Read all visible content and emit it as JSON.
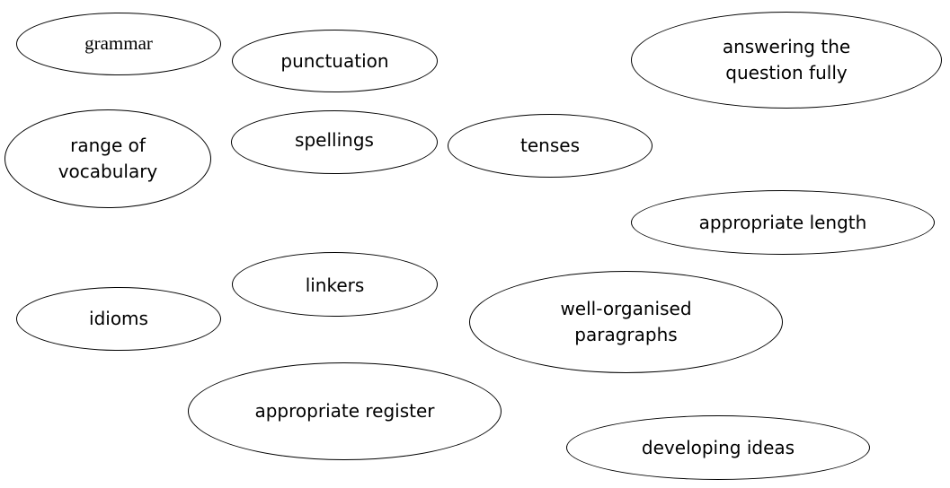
{
  "bubbles": {
    "grammar": "grammar",
    "punctuation": "punctuation",
    "answering_question": "answering the\nquestion fully",
    "range_of_vocabulary": "range of\nvocabulary",
    "spellings": "spellings",
    "tenses": "tenses",
    "appropriate_length": "appropriate length",
    "linkers": "linkers",
    "idioms": "idioms",
    "well_organised_paragraphs": "well-organised\nparagraphs",
    "appropriate_register": "appropriate register",
    "developing_ideas": "developing ideas"
  },
  "colors": {
    "outline": "#000000",
    "text": "#000000",
    "background": "#ffffff"
  }
}
